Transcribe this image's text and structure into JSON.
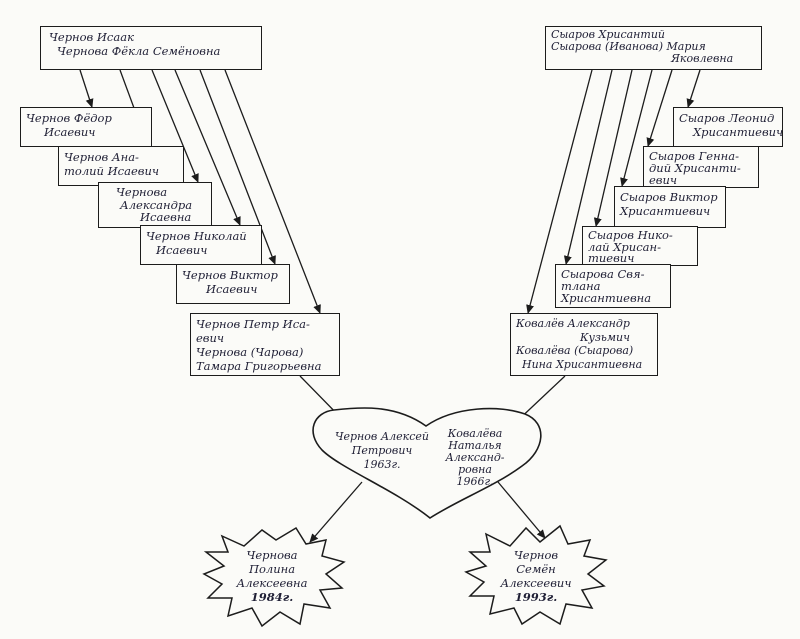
{
  "diagram": {
    "nodes": {
      "paternal_grandparents": {
        "lines": [
          "Чернов Исаак",
          "Чернова Фёкла Семёновна"
        ]
      },
      "maternal_grandparents": {
        "lines": [
          "Сыаров Хрисантий",
          "Сыарова (Иванова) Мария",
          "Яковлевна"
        ]
      },
      "paternal_children": [
        {
          "lines": [
            "Чернов Фёдор",
            "Исаевич"
          ]
        },
        {
          "lines": [
            "Чернов Ана-",
            "толий Исаевич"
          ]
        },
        {
          "lines": [
            "Чернова",
            "Александра",
            "Исаевна"
          ]
        },
        {
          "lines": [
            "Чернов Николай",
            "Исаевич"
          ]
        },
        {
          "lines": [
            "Чернов Виктор",
            "Исаевич"
          ]
        }
      ],
      "maternal_children": [
        {
          "lines": [
            "Сыаров Леонид",
            "Хрисантиевич"
          ]
        },
        {
          "lines": [
            "Сыаров Генна-",
            "дий Хрисанти-",
            "евич"
          ]
        },
        {
          "lines": [
            "Сыаров Виктор",
            "Хрисантиевич"
          ]
        },
        {
          "lines": [
            "Сыаров Нико-",
            "лай Хрисан-",
            "тиевич"
          ]
        },
        {
          "lines": [
            "Сыарова Свя-",
            "тлана",
            "Хрисантиевна"
          ]
        }
      ],
      "father_couple": {
        "lines": [
          "Чернов Петр Иса-",
          "евич",
          "Чернова (Чарова)",
          "Тамара Григорьевна"
        ]
      },
      "mother_couple": {
        "lines": [
          "Ковалёв Александр",
          "Кузьмич",
          "Ковалёва (Сыарова)",
          "Нина Хрисантиевна"
        ]
      },
      "parents_heart": {
        "left_lines": [
          "Чернов Алексей",
          "Петрович",
          "1963г."
        ],
        "right_lines": [
          "Ковалёва",
          "Наталья",
          "Александ-",
          "ровна",
          "1966г."
        ]
      },
      "child_left": {
        "lines": [
          "Чернова",
          "Полина",
          "Алексеевна",
          "1984г."
        ]
      },
      "child_right": {
        "lines": [
          "Чернов",
          "Семён",
          "Алексеевич",
          "1993г."
        ]
      }
    }
  }
}
